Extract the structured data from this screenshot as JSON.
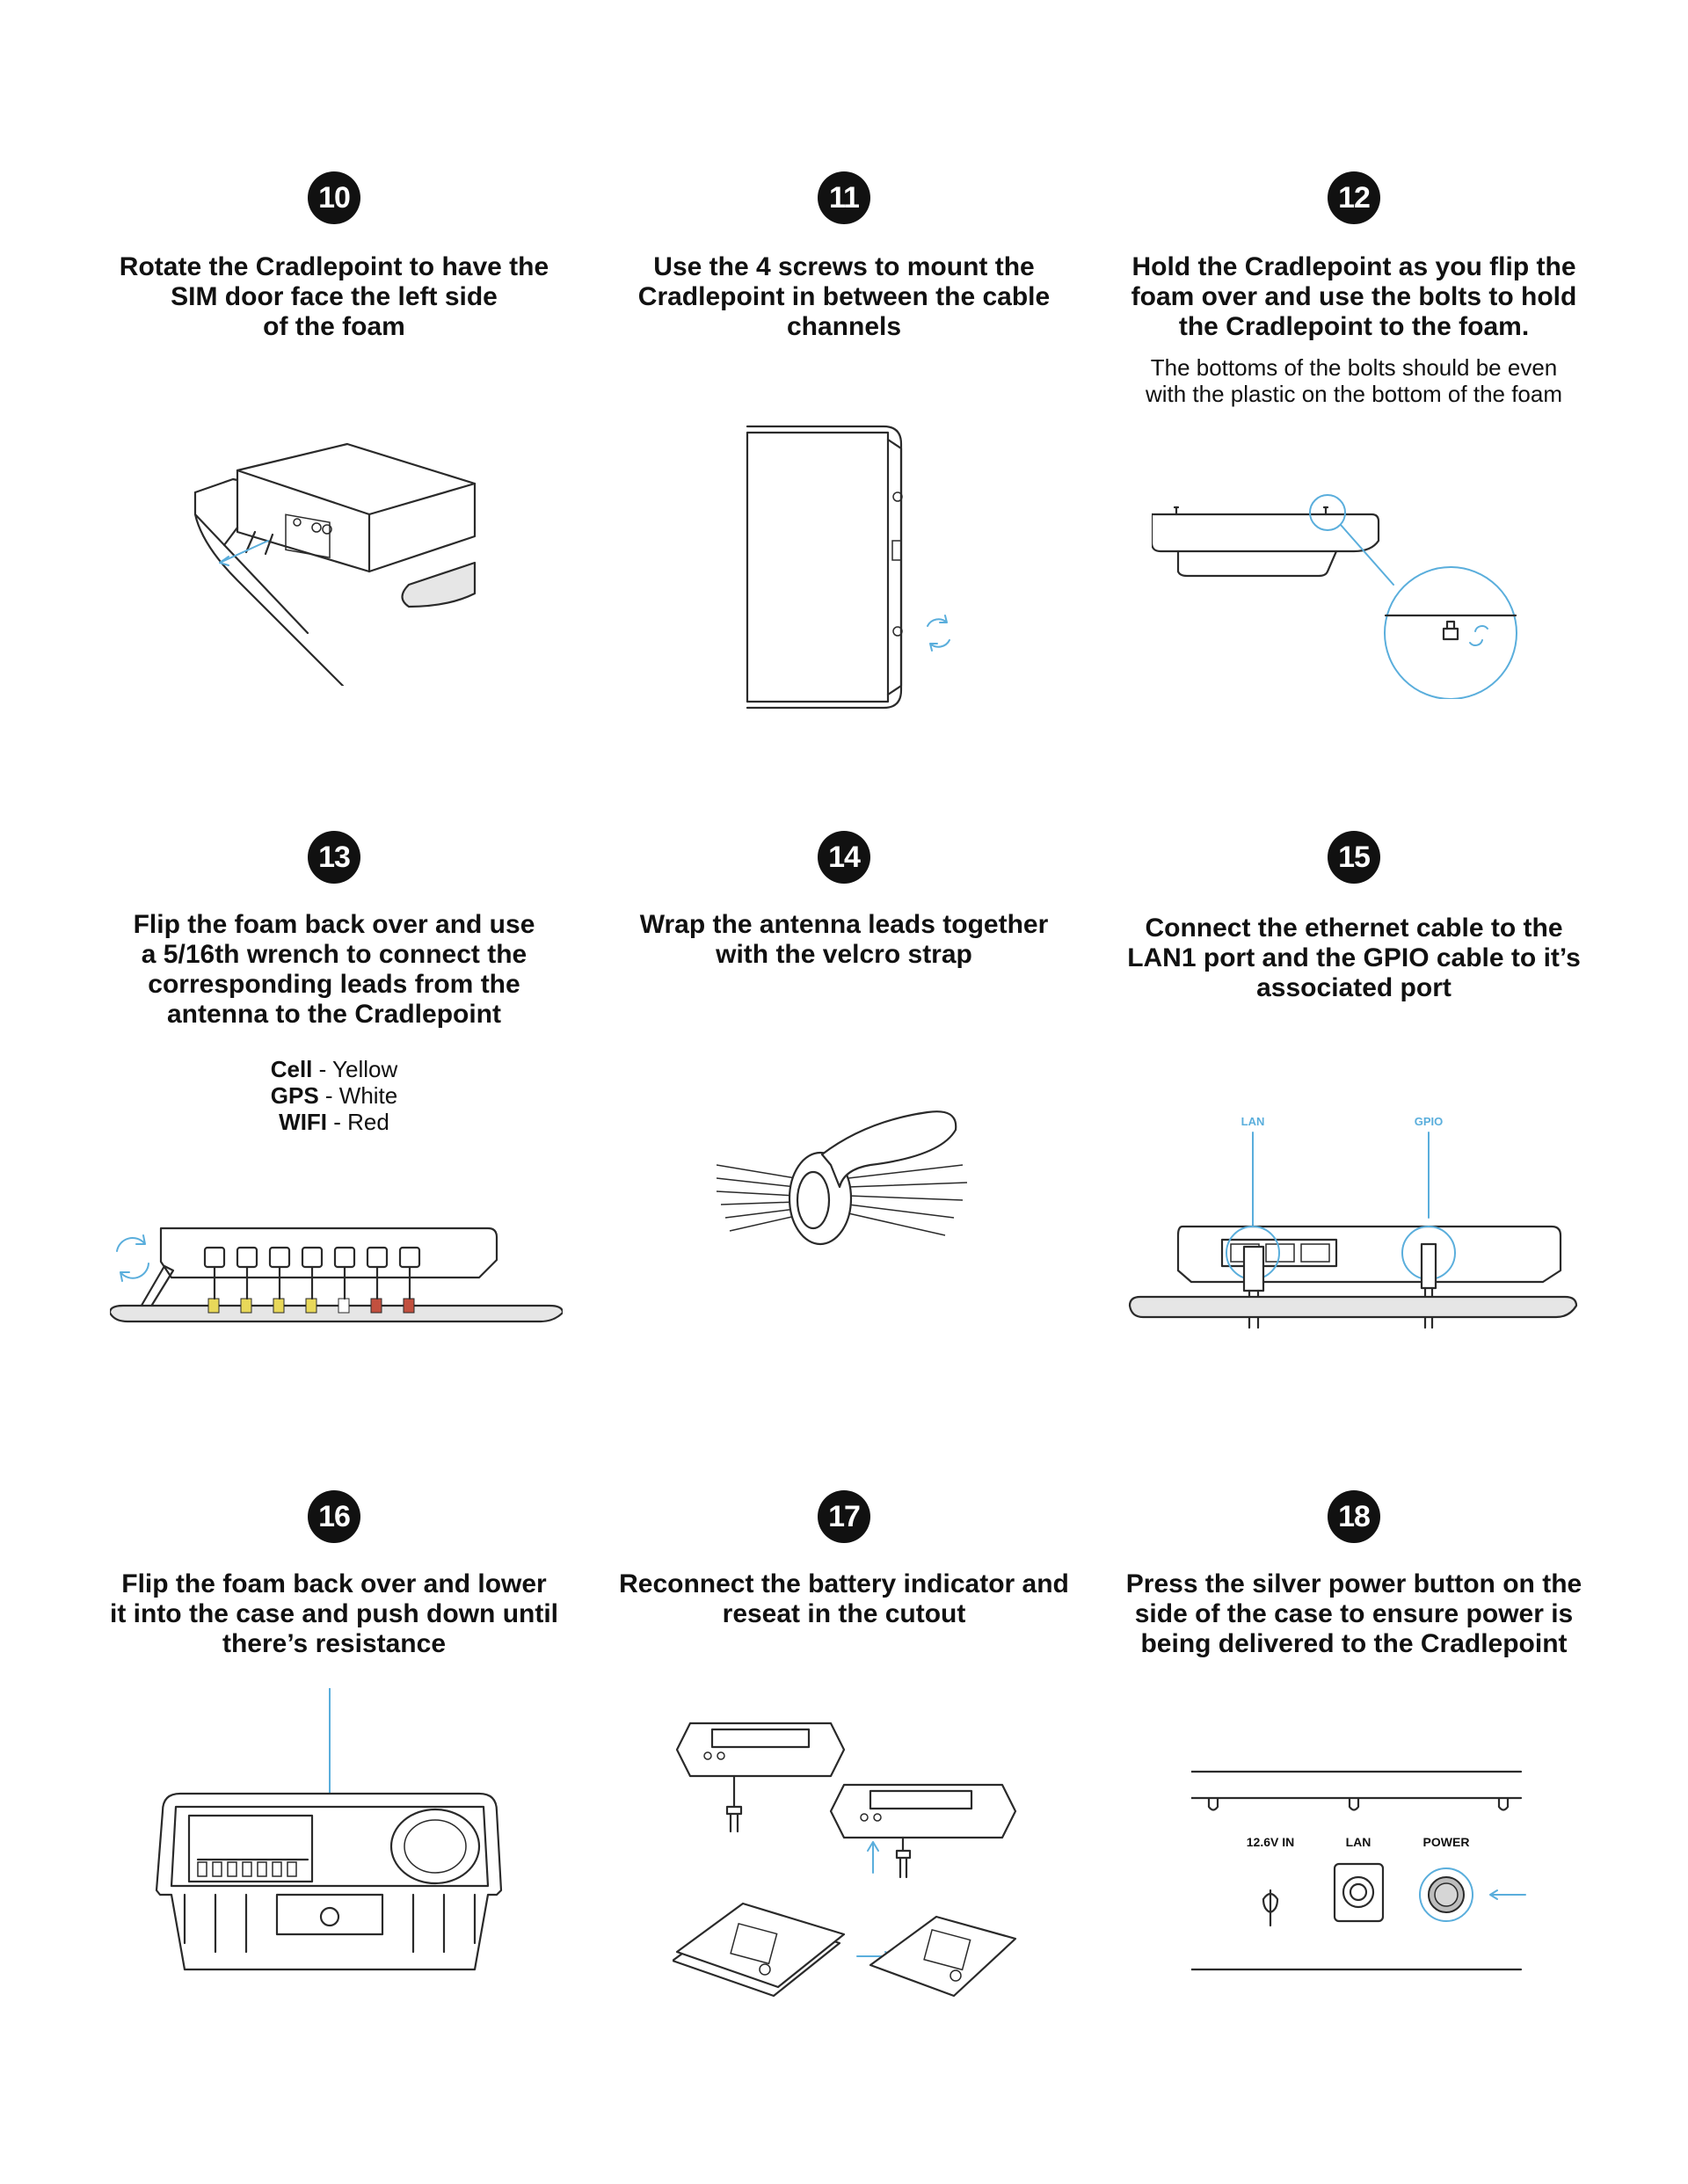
{
  "steps": [
    {
      "number": "10",
      "title_lines": [
        "Rotate the Cradlepoint to have the",
        "SIM door face the left side",
        "of the foam"
      ]
    },
    {
      "number": "11",
      "title_lines": [
        "Use the 4 screws to mount the",
        "Cradlepoint in between the cable",
        "channels"
      ]
    },
    {
      "number": "12",
      "title_lines": [
        "Hold the Cradlepoint as you flip the",
        "foam over and use the bolts to hold",
        "the Cradlepoint to the foam."
      ],
      "note_lines": [
        "The bottoms of the bolts should be even",
        "with the plastic on the bottom of the foam"
      ]
    },
    {
      "number": "13",
      "title_lines": [
        "Flip the foam back over and use",
        "a 5/16th wrench to connect the",
        "corresponding leads from the",
        "antenna to the Cradlepoint"
      ],
      "leads": [
        {
          "name": "Cell",
          "color": "Yellow"
        },
        {
          "name": "GPS",
          "color": "White"
        },
        {
          "name": "WIFI",
          "color": "Red"
        }
      ]
    },
    {
      "number": "14",
      "title_lines": [
        "Wrap the antenna leads together",
        "with the velcro strap"
      ]
    },
    {
      "number": "15",
      "title_lines": [
        "Connect the ethernet cable to the",
        "LAN1 port and the GPIO cable to it’s",
        "associated port"
      ],
      "labels": {
        "lan": "LAN",
        "gpio": "GPIO"
      }
    },
    {
      "number": "16",
      "title_lines": [
        "Flip the foam back over and lower",
        "it into the case and push down until",
        "there’s resistance"
      ]
    },
    {
      "number": "17",
      "title_lines": [
        "Reconnect the battery indicator and",
        "reseat in the cutout"
      ]
    },
    {
      "number": "18",
      "title_lines": [
        "Press the silver power button on the",
        "side of the case to ensure power is",
        "being delivered to the Cradlepoint"
      ],
      "labels": {
        "input": "12.6V IN",
        "lan": "LAN",
        "power": "POWER"
      }
    }
  ],
  "colors": {
    "accent": "#5aaedc",
    "badge": "#111111",
    "yellow": "#e8d85a",
    "red": "#c2503f"
  },
  "dash": " - "
}
